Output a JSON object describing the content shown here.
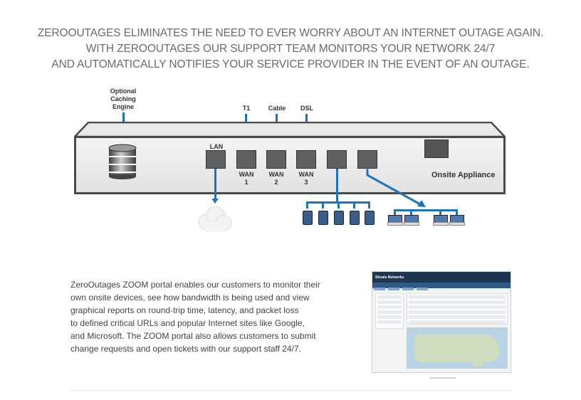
{
  "headline": [
    "ZEROOUTAGES ELIMINATES THE NEED TO EVER WORRY ABOUT AN INTERNET OUTAGE AGAIN.",
    "WITH ZEROOUTAGES OUR SUPPORT TEAM MONITORS YOUR NETWORK 24/7",
    "AND AUTOMATICALLY NOTIFIES YOUR SERVICE PROVIDER IN THE EVENT OF AN OUTAGE."
  ],
  "diagram": {
    "caching_engine": [
      "Optional",
      "Caching",
      "Engine"
    ],
    "inputs": {
      "t1": "T1",
      "cable": "Cable",
      "dsl": "DSL"
    },
    "ports": {
      "lan": "LAN",
      "wan1": [
        "WAN",
        "1"
      ],
      "wan2": [
        "WAN",
        "2"
      ],
      "wan3": [
        "WAN",
        "3"
      ]
    },
    "appliance_label": "Onsite Appliance",
    "colors": {
      "wire": "#1b74bd",
      "appliance_border": "#4a4a4a",
      "port": "#5e6062"
    }
  },
  "body_text": [
    "ZeroOutages ZOOM portal enables our customers to monitor their",
    "own onsite devices, see how bandwidth is being used and view",
    "graphical reports on round-trip time, latency, and packet loss",
    "to defined critical URLs and popular Internet sites like Google,",
    "and Microsoft. The ZOOM portal also allows customers to submit",
    "change requests and open tickets with our support staff 24/7."
  ],
  "portal": {
    "title": "Shoals Networks"
  }
}
